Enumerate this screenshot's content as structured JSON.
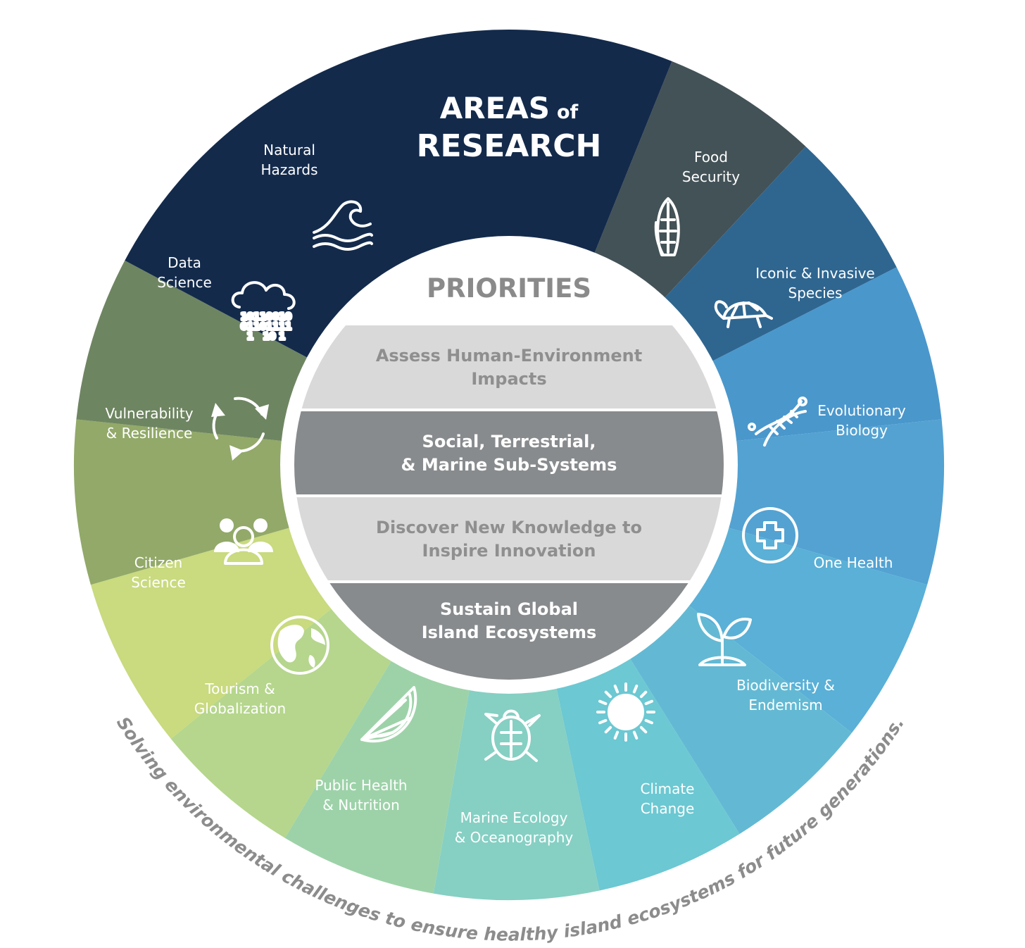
{
  "header": {
    "line1_main": "AREAS",
    "line1_small": "of",
    "line2": "RESEARCH"
  },
  "priorities": {
    "title": "PRIORITIES",
    "bands": [
      {
        "lines": [
          "Assess Human-Environment",
          "Impacts"
        ],
        "bg": "#d9d9d9",
        "fg": "#8f8f8f"
      },
      {
        "lines": [
          "Social, Terrestrial,",
          "& Marine Sub-Systems"
        ],
        "bg": "#888b8d",
        "fg": "#ffffff"
      },
      {
        "lines": [
          "Discover New Knowledge to",
          "Inspire Innovation"
        ],
        "bg": "#d9d9d9",
        "fg": "#8f8f8f"
      },
      {
        "lines": [
          "Sustain Global",
          "Island Ecosystems"
        ],
        "bg": "#888b8d",
        "fg": "#ffffff"
      }
    ]
  },
  "segments": [
    {
      "lines": [
        "Natural",
        "Hazards"
      ],
      "icon": "wave-icon",
      "color": "#435257"
    },
    {
      "lines": [
        "Food",
        "Security"
      ],
      "icon": "corn-icon",
      "color": "#2f6690"
    },
    {
      "lines": [
        "Iconic & Invasive",
        "Species"
      ],
      "icon": "tortoise-icon",
      "color": "#4a97cc"
    },
    {
      "lines": [
        "Evolutionary",
        "Biology"
      ],
      "icon": "dna-icon",
      "color": "#53a2d2"
    },
    {
      "lines": [
        "One Health"
      ],
      "icon": "health-cross-icon",
      "color": "#5ab0d6"
    },
    {
      "lines": [
        "Biodiversity &",
        "Endemism"
      ],
      "icon": "sprout-icon",
      "color": "#63b9d3"
    },
    {
      "lines": [
        "Climate",
        "Change"
      ],
      "icon": "sun-icon",
      "color": "#6cc8d2"
    },
    {
      "lines": [
        "Marine Ecology",
        "& Oceanography"
      ],
      "icon": "sea-turtle-icon",
      "color": "#86cfc3"
    },
    {
      "lines": [
        "Public Health",
        "& Nutrition"
      ],
      "icon": "citrus-icon",
      "color": "#9dd2a8"
    },
    {
      "lines": [
        "Tourism &",
        "Globalization"
      ],
      "icon": "globe-icon",
      "color": "#b5d68c"
    },
    {
      "lines": [
        "Citizen",
        "Science"
      ],
      "icon": "people-icon",
      "color": "#c9da7f"
    },
    {
      "lines": [
        "Vulnerability",
        "& Resilience"
      ],
      "icon": "cycle-arrows-icon",
      "color": "#92a969"
    },
    {
      "lines": [
        "Data",
        "Science"
      ],
      "icon": "binary-cloud-icon",
      "color": "#6e8561"
    }
  ],
  "header_color": "#132a4b",
  "data_science_digits": [
    "10110010",
    "01101111",
    "1   10 1"
  ],
  "tagline": "Solving environmental challenges to ensure healthy island ecosystems for future generations."
}
